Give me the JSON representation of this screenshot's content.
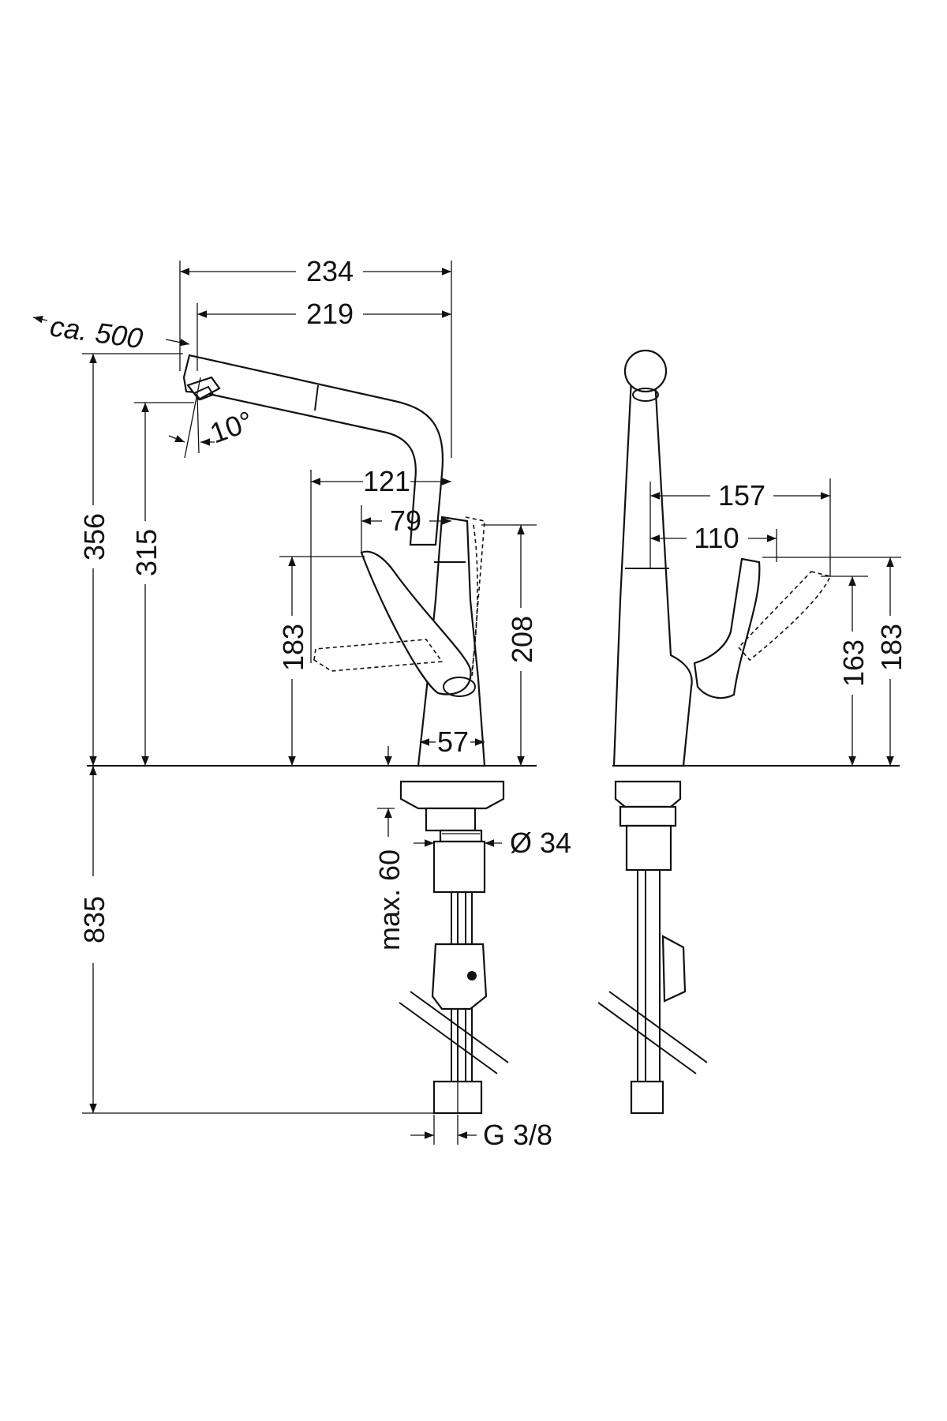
{
  "dimensions": {
    "overall_reach": "234",
    "spout_reach": "219",
    "pullout_length": "ca. 500",
    "spray_angle": "10°",
    "total_height": "356",
    "spout_height": "315",
    "lever_reach": "121",
    "lever_offset": "79",
    "lever_height_front": "183",
    "body_height": "208",
    "base_diameter": "57",
    "mount_diameter": "Ø 34",
    "max_deck_thickness": "max. 60",
    "hose_length": "835",
    "connection_thread": "G 3/8",
    "side_reach_outer": "157",
    "side_reach_inner": "110",
    "side_lever_height": "163",
    "side_height": "183"
  }
}
